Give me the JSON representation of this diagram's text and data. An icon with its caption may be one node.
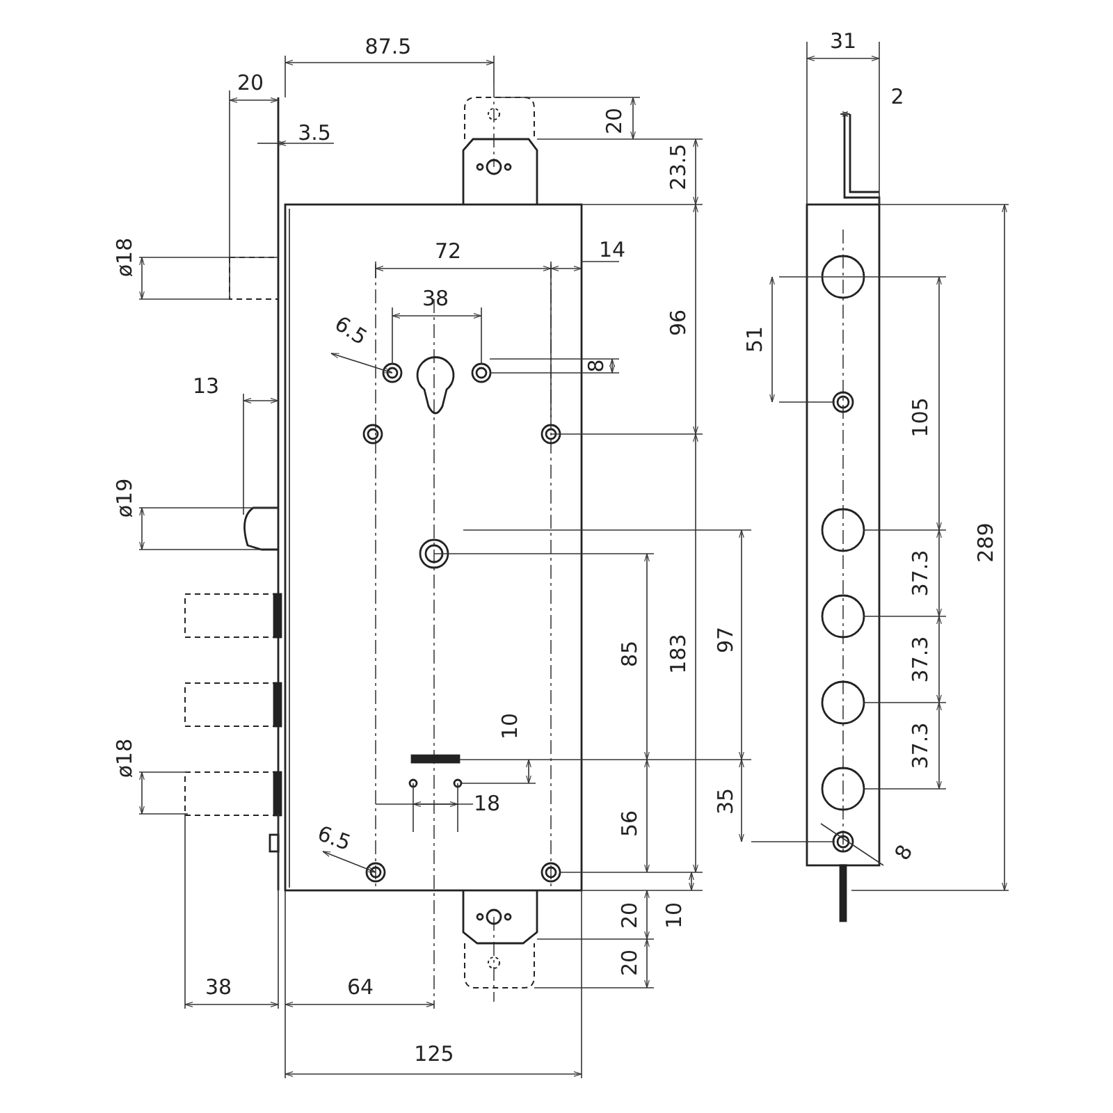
{
  "diagram": {
    "labels": [
      "87.5",
      "31",
      "20",
      "2",
      "3.5",
      "20",
      "23.5",
      "ø18",
      "72",
      "14",
      "38",
      "6.5",
      "8",
      "96",
      "51",
      "13",
      "105",
      "ø19",
      "37.3",
      "85",
      "183",
      "97",
      "37.3",
      "10",
      "18",
      "37.3",
      "56",
      "35",
      "ø18",
      "6.5",
      "8",
      "289",
      "20",
      "10",
      "20",
      "38",
      "64",
      "125"
    ]
  }
}
